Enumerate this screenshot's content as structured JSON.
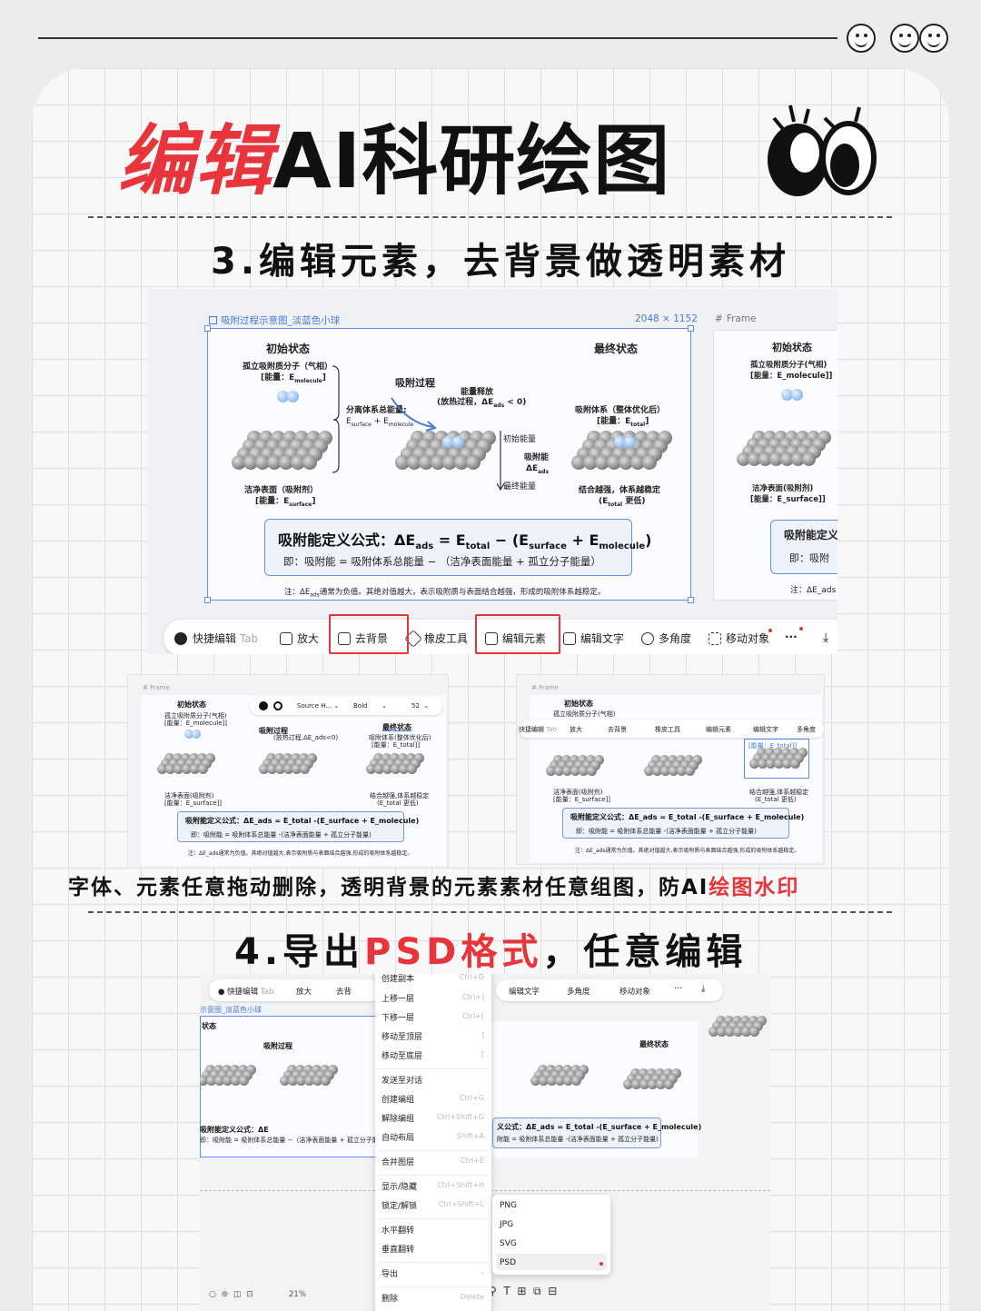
{
  "header": {
    "title_red": "编辑",
    "title_black": "AI科研绘图"
  },
  "section3": {
    "title": "3.编辑元素，去背景做透明素材"
  },
  "screenshot1": {
    "frame_name": "吸附过程示意图_淡蓝色小球",
    "frame_size": "2048 × 1152",
    "side_frame_label": "Frame",
    "initial_state": "初始状态",
    "final_state": "最终状态",
    "isolated_molecule": "孤立吸附质分子（气相）",
    "isolated_energy": "[能量：E",
    "isolated_energy_sub": "molecule",
    "isolated_energy_end": "]",
    "separated_total": "分离体系总能量:",
    "separated_formula": "E",
    "adsorption_process": "吸附过程",
    "energy_release": "能量释放",
    "exothermic": "(放热过程，ΔE",
    "exothermic_sub": "ads",
    "exothermic_end": " < 0)",
    "initial_energy": "初始能量",
    "adsorption_energy": "吸附能",
    "delta_e": "ΔE",
    "delta_e_sub": "ads",
    "final_energy": "最终能量",
    "adsorbed_system": "吸附体系（整体优化后）",
    "adsorbed_energy": "[能量：E",
    "adsorbed_energy_sub": "total",
    "adsorbed_energy_end": "]",
    "clean_surface": "洁净表面（吸附剂）",
    "clean_energy": "[能量：E",
    "clean_energy_sub": "surface",
    "clean_energy_end": "]",
    "stronger_binding": "结合越强，体系越稳定",
    "e_total_lower": "(E",
    "e_total_lower_sub": "total",
    "e_total_lower_end": " 更低)",
    "formula_title": "吸附能定义公式：ΔE",
    "formula_ads": "ads",
    "formula_eq": " = E",
    "formula_total": "total",
    "formula_minus": " − (E",
    "formula_surface": "surface",
    "formula_plus": " + E",
    "formula_molecule": "molecule",
    "formula_end": ")",
    "formula_explain": "即：吸附能 = 吸附体系总能量 − （洁净表面能量 + 孤立分子能量）",
    "note_text": "注：ΔE",
    "note_sub": "ads",
    "note_rest": "通常为负值。其绝对值越大，表示吸附质与表面结合越强，形成的吸附体系越稳定。",
    "side_initial": "初始状态",
    "side_isolated": "孤立吸附质分子(气相)",
    "side_energy": "[能量：E_molecule]]",
    "side_clean": "洁净表面(吸附剂)",
    "side_clean_energy": "[能量：E_surface]]",
    "side_formula": "吸附能定义",
    "side_explain": "即：吸附",
    "side_note": "注：ΔE_ads"
  },
  "toolbar": {
    "quick_edit": "快捷编辑",
    "quick_edit_hint": "Tab",
    "upscale": "放大",
    "remove_bg": "去背景",
    "eraser": "橡皮工具",
    "edit_elements": "编辑元素",
    "edit_text": "编辑文字",
    "multi_angle": "多角度",
    "move_object": "移动对象",
    "more": "···"
  },
  "screenshot2": {
    "frame": "Frame",
    "initial": "初始状态",
    "isolated": "孤立吸附质分子(气相)",
    "isolated_energy": "[能量：E_molecule]]",
    "process": "吸附过程",
    "exo": "(放热过程,ΔE_ads<0)",
    "final": "最终状态",
    "system": "吸附体系(整体优化后)",
    "system_energy": "[能量：E_total]]",
    "clean": "洁净表面(吸附剂)",
    "clean_energy": "[能量：E_surface]]",
    "stronger": "结合越强,体系越稳定",
    "lower": "(E_total 更低)",
    "formula": "吸附能定义公式：ΔE_ads = E_total -(E_surface + E_molecule)",
    "explain": "即：吸附能 = 吸附体系总能量 -(洁净表面能量 + 孤立分子能量)",
    "note": "注：ΔE_ads通常为负值。其绝对值越大,表示吸附质与表面结合越强,形成的吸附体系越稳定。",
    "font_name": "Source H...",
    "font_weight": "Bold",
    "font_size": "52"
  },
  "screenshot3": {
    "frame": "Frame",
    "initial": "初始状态",
    "isolated": "孤立吸附质分子(气相)",
    "quick_edit": "快捷编辑",
    "tab": "Tab",
    "upscale": "放大",
    "remove_bg": "去背景",
    "eraser": "橡皮工具",
    "edit_elements": "编辑元素",
    "edit_text": "编辑文字",
    "multi_angle": "多角度",
    "selected_text": "[能量：E_total]]",
    "formula": "吸附能定义公式：ΔE_ads = E_total -(E_surface + E_molecule)",
    "explain": "即：吸附能 = 吸附体系总能量 -(洁净表面能量 + 孤立分子能量)",
    "note": "注：ΔE_ads通常为负值。其绝对值越大,表示吸附质与表面结合越强,形成的吸附体系越稳定。",
    "clean": "洁净表面(吸附剂)",
    "clean_energy": "[能量：E_surface]]",
    "stronger": "结合越强,体系越稳定",
    "lower": "(E_total 更低)"
  },
  "caption": {
    "text_black": "字体、元素任意拖动删除，透明背景的元素素材任意组图，防AI",
    "text_red": "绘图水印"
  },
  "section4": {
    "title_prefix": "4.导出",
    "title_red": "PSD格式",
    "title_suffix": "，任意编辑"
  },
  "screenshot4": {
    "quick_edit": "快捷编辑",
    "tab": "Tab",
    "upscale": "放大",
    "remove_bg": "去背",
    "edit_text": "编辑文字",
    "multi_angle": "多角度",
    "move_object": "移动对象",
    "frame_name": "示意图_淡蓝色小球",
    "initial": "状态",
    "process": "吸附过程",
    "final": "最终状态",
    "formula_left": "吸附能定义公式：ΔE",
    "formula_right": "义公式：ΔE_ads = E_total -(E_surface + E_molecule)",
    "explain_left": "即：吸附能 = 吸附体系总能量 −（洁净表面能量 + 孤立分子能",
    "explain_right": "附能 = 吸附体系总能量 -(洁净表面能量 + 孤立分子能量)",
    "zoom": "21%",
    "menu": [
      {
        "label": "创建副本",
        "key": "Ctrl+D"
      },
      {
        "label": "上移一层",
        "key": "Ctrl+]"
      },
      {
        "label": "下移一层",
        "key": "Ctrl+["
      },
      {
        "label": "移动至顶层",
        "key": "]"
      },
      {
        "label": "移动至底层",
        "key": "["
      },
      {
        "label": "发送至对话",
        "key": ""
      },
      {
        "label": "创建编组",
        "key": "Ctrl+G"
      },
      {
        "label": "解除编组",
        "key": "Ctrl+Shift+G"
      },
      {
        "label": "自动布局",
        "key": "Shift+A"
      },
      {
        "label": "合并图层",
        "key": "Ctrl+E"
      },
      {
        "label": "显示/隐藏",
        "key": "Ctrl+Shift+H"
      },
      {
        "label": "锁定/解锁",
        "key": "Ctrl+Shift+L"
      },
      {
        "label": "水平翻转",
        "key": ""
      },
      {
        "label": "垂直翻转",
        "key": ""
      },
      {
        "label": "导出",
        "key": "›"
      },
      {
        "label": "删除",
        "key": "Delete"
      }
    ],
    "export_options": [
      "PNG",
      "JPG",
      "SVG",
      "PSD"
    ]
  }
}
